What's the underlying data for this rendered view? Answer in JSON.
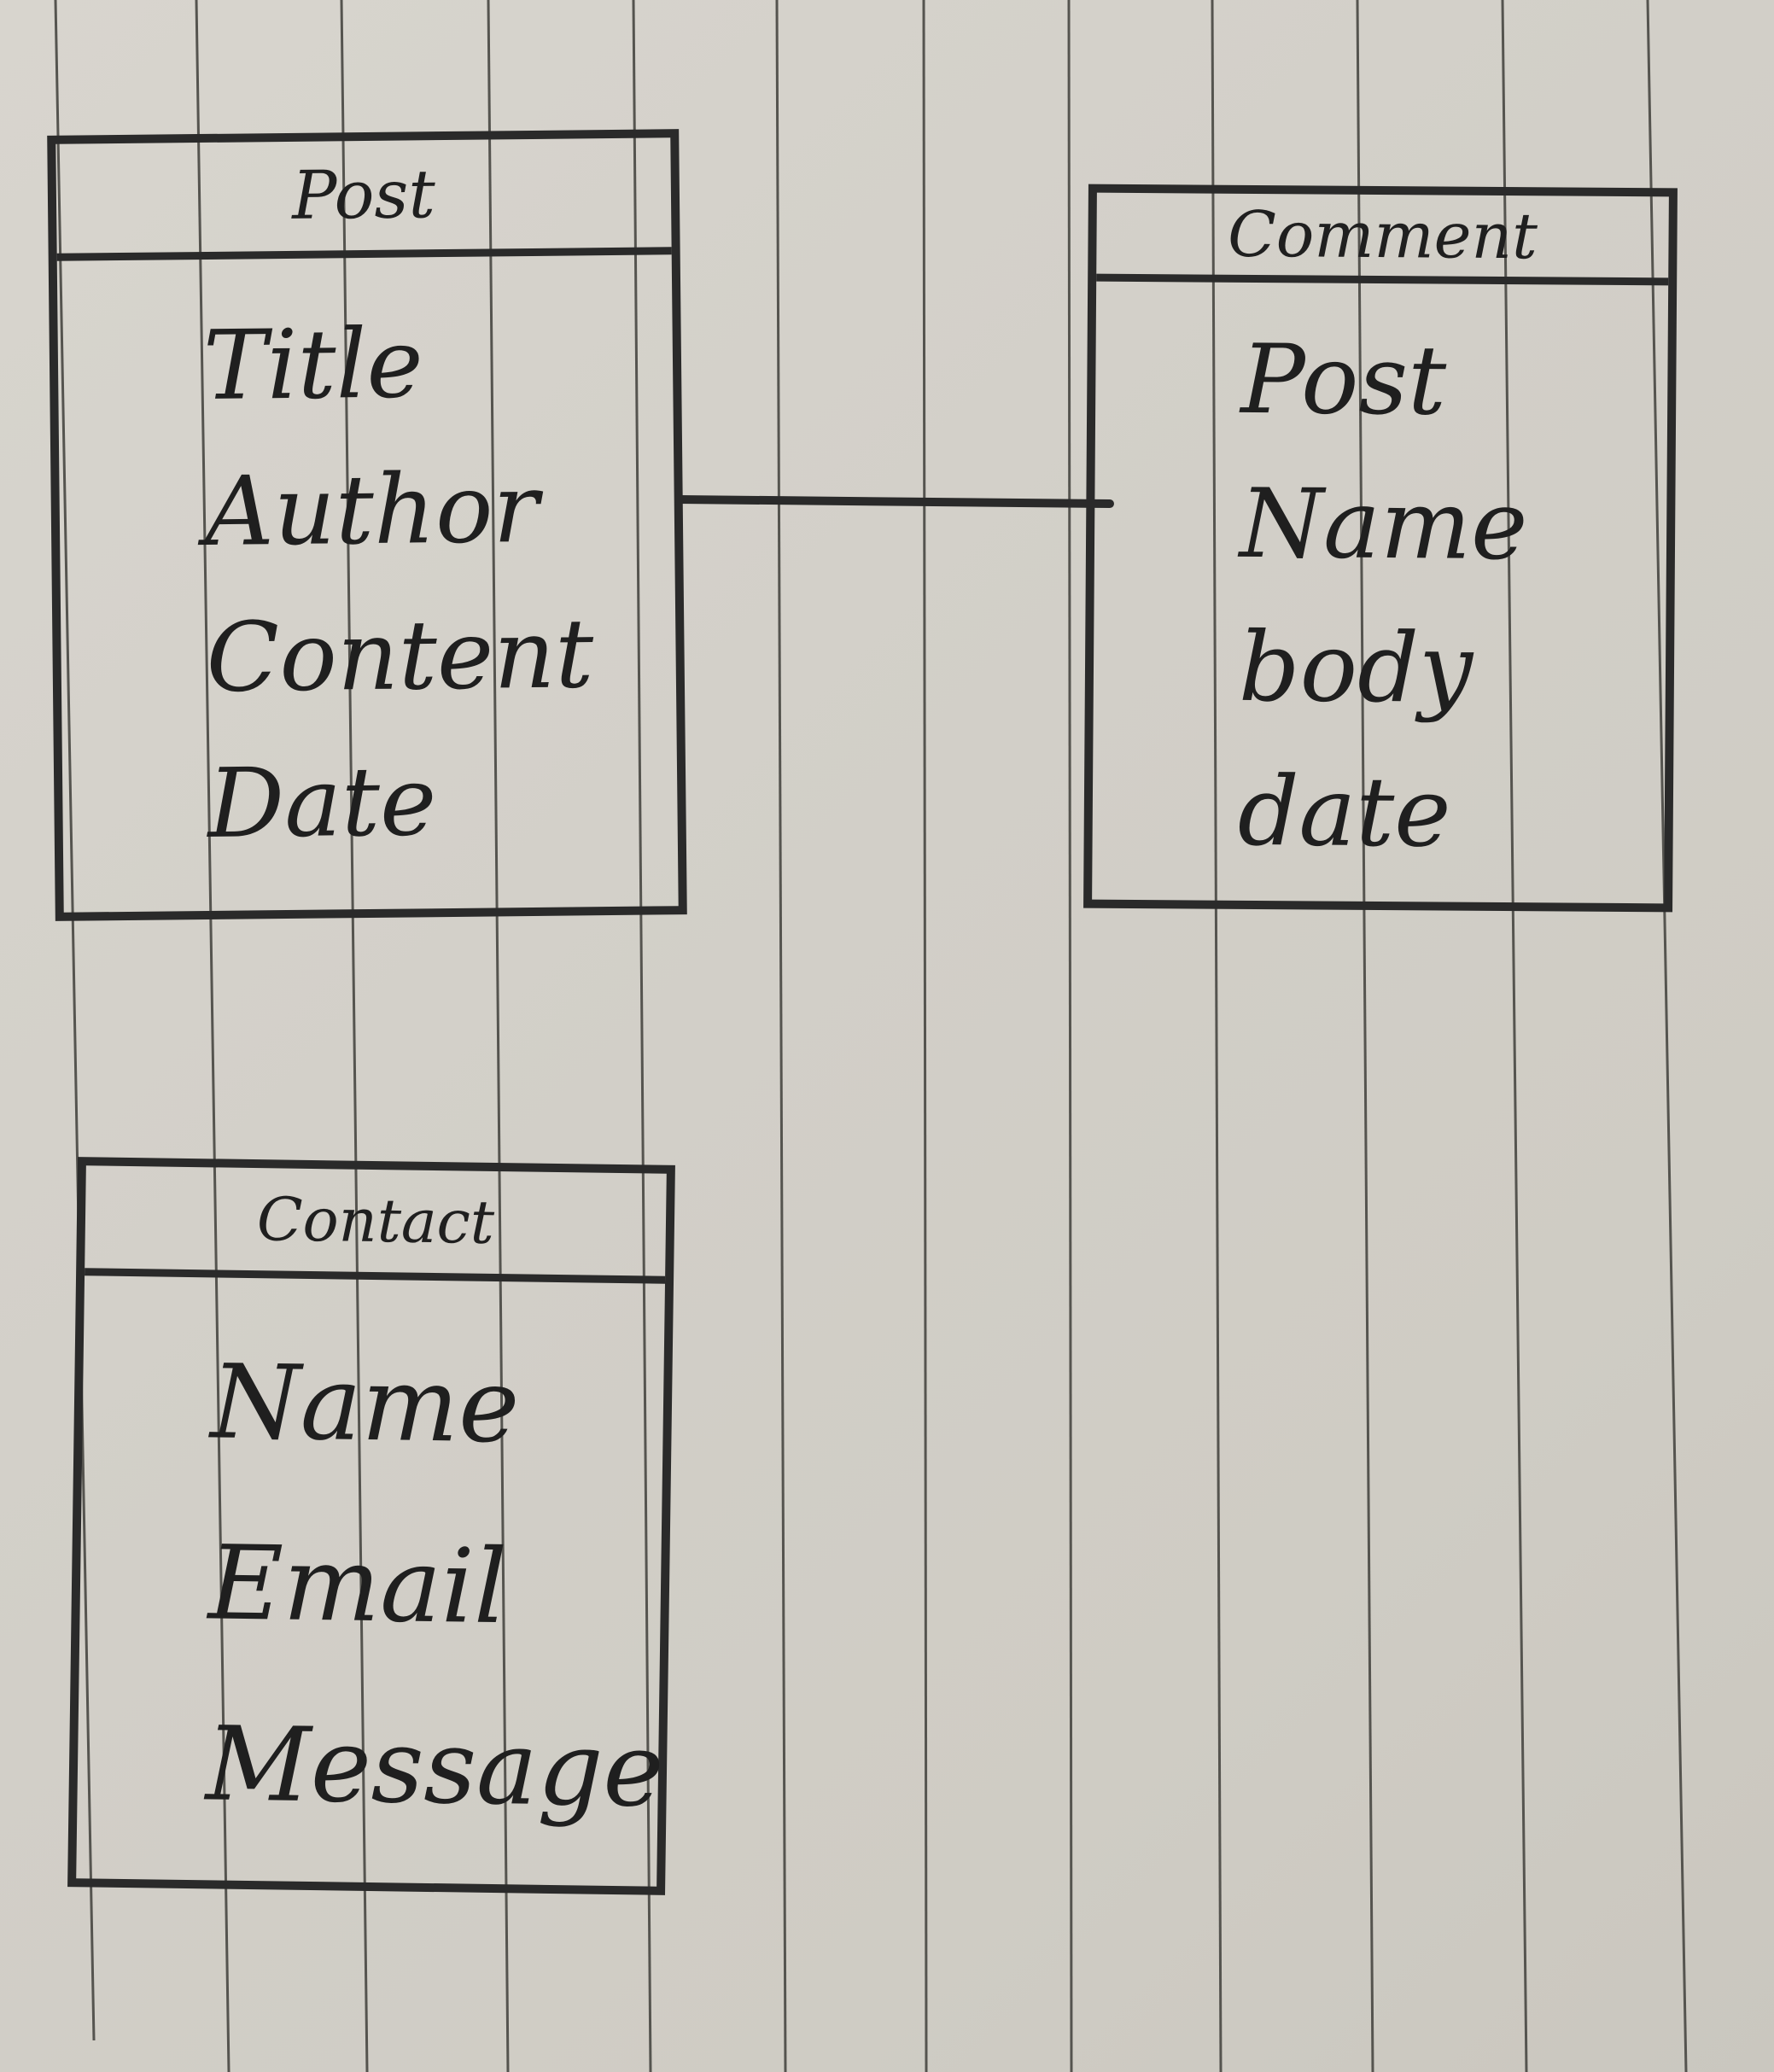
{
  "entities": {
    "post": {
      "name": "Post",
      "attributes": [
        "Title",
        "Author",
        "Content",
        "Date"
      ]
    },
    "comment": {
      "name": "Comment",
      "attributes": [
        "Post",
        "Name",
        "body",
        "date"
      ]
    },
    "contact": {
      "name": "Contact",
      "attributes": [
        "Name",
        "Email",
        "Message"
      ]
    }
  },
  "relationships": [
    {
      "from": "Post",
      "to": "Comment"
    }
  ],
  "colors": {
    "paper": "#d3d0c9",
    "ruling": "#5a5955",
    "ink": "#2a2a2a"
  }
}
